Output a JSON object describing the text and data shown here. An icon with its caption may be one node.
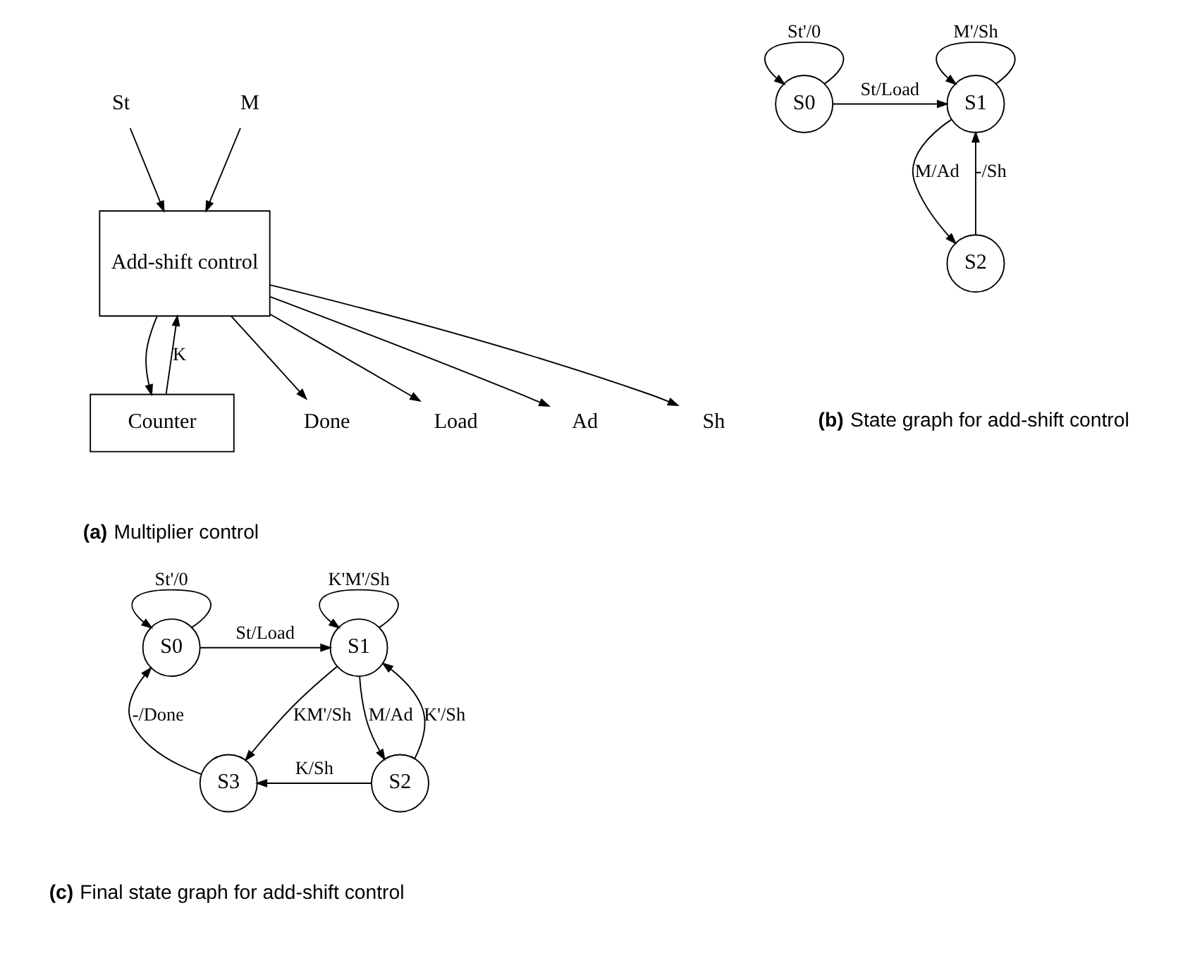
{
  "diagram": {
    "nodes": [
      {
        "text": [
          "St"
        ]
      },
      {
        "text": [
          "M"
        ]
      },
      {
        "text": [
          "Add-shift control"
        ]
      },
      {
        "text": [
          "Counter"
        ]
      },
      {
        "text": [
          "Done"
        ]
      },
      {
        "text": [
          "Load"
        ]
      },
      {
        "text": [
          "Ad"
        ]
      },
      {
        "text": [
          "Sh"
        ]
      },
      {
        "text": [
          "S0"
        ]
      },
      {
        "text": [
          "S1"
        ]
      },
      {
        "text": [
          "S2"
        ]
      },
      {
        "text": [
          "S0"
        ]
      },
      {
        "text": [
          "S1"
        ]
      },
      {
        "text": [
          "S2"
        ]
      },
      {
        "text": [
          "S3"
        ]
      }
    ],
    "edges": [
      {
        "from": 0,
        "to": 2,
        "arrow": "to"
      },
      {
        "from": 1,
        "to": 2,
        "arrow": "to"
      },
      {
        "from": 2,
        "to": 4,
        "arrow": "to"
      },
      {
        "from": 2,
        "to": 5,
        "arrow": "to"
      },
      {
        "from": 2,
        "to": 6,
        "arrow": "to"
      },
      {
        "from": 2,
        "to": 7,
        "arrow": "to"
      },
      {
        "from": 2,
        "to": 3,
        "arrow": "to"
      },
      {
        "from": 3,
        "to": 2,
        "arrow": "to",
        "label": "K"
      },
      {
        "from": 8,
        "to": 8,
        "arrow": "to",
        "label": "St'/0"
      },
      {
        "from": 8,
        "to": 9,
        "arrow": "to",
        "label": "St/Load"
      },
      {
        "from": 9,
        "to": 9,
        "arrow": "to",
        "label": "M'/Sh"
      },
      {
        "from": 9,
        "to": 10,
        "arrow": "to",
        "label": "M/Ad"
      },
      {
        "from": 10,
        "to": 9,
        "arrow": "to",
        "label": "-/Sh"
      },
      {
        "from": 11,
        "to": 11,
        "arrow": "to",
        "label": "St'/0"
      },
      {
        "from": 11,
        "to": 12,
        "arrow": "to",
        "label": "St/Load"
      },
      {
        "from": 12,
        "to": 12,
        "arrow": "to",
        "label": "K'M'/Sh"
      },
      {
        "from": 12,
        "to": 14,
        "arrow": "to",
        "label": "KM'/Sh"
      },
      {
        "from": 12,
        "to": 13,
        "arrow": "to",
        "label": "M/Ad"
      },
      {
        "from": 13,
        "to": 12,
        "arrow": "to",
        "label": "K'/Sh"
      },
      {
        "from": 13,
        "to": 14,
        "arrow": "to",
        "label": "K/Sh"
      },
      {
        "from": 14,
        "to": 11,
        "arrow": "to",
        "label": "-/Done"
      }
    ],
    "labels": [
      "**(a)** Multiplier control",
      "**(b)** State graph for add-shift control",
      "**(c)** Final state graph for add-shift control"
    ]
  }
}
